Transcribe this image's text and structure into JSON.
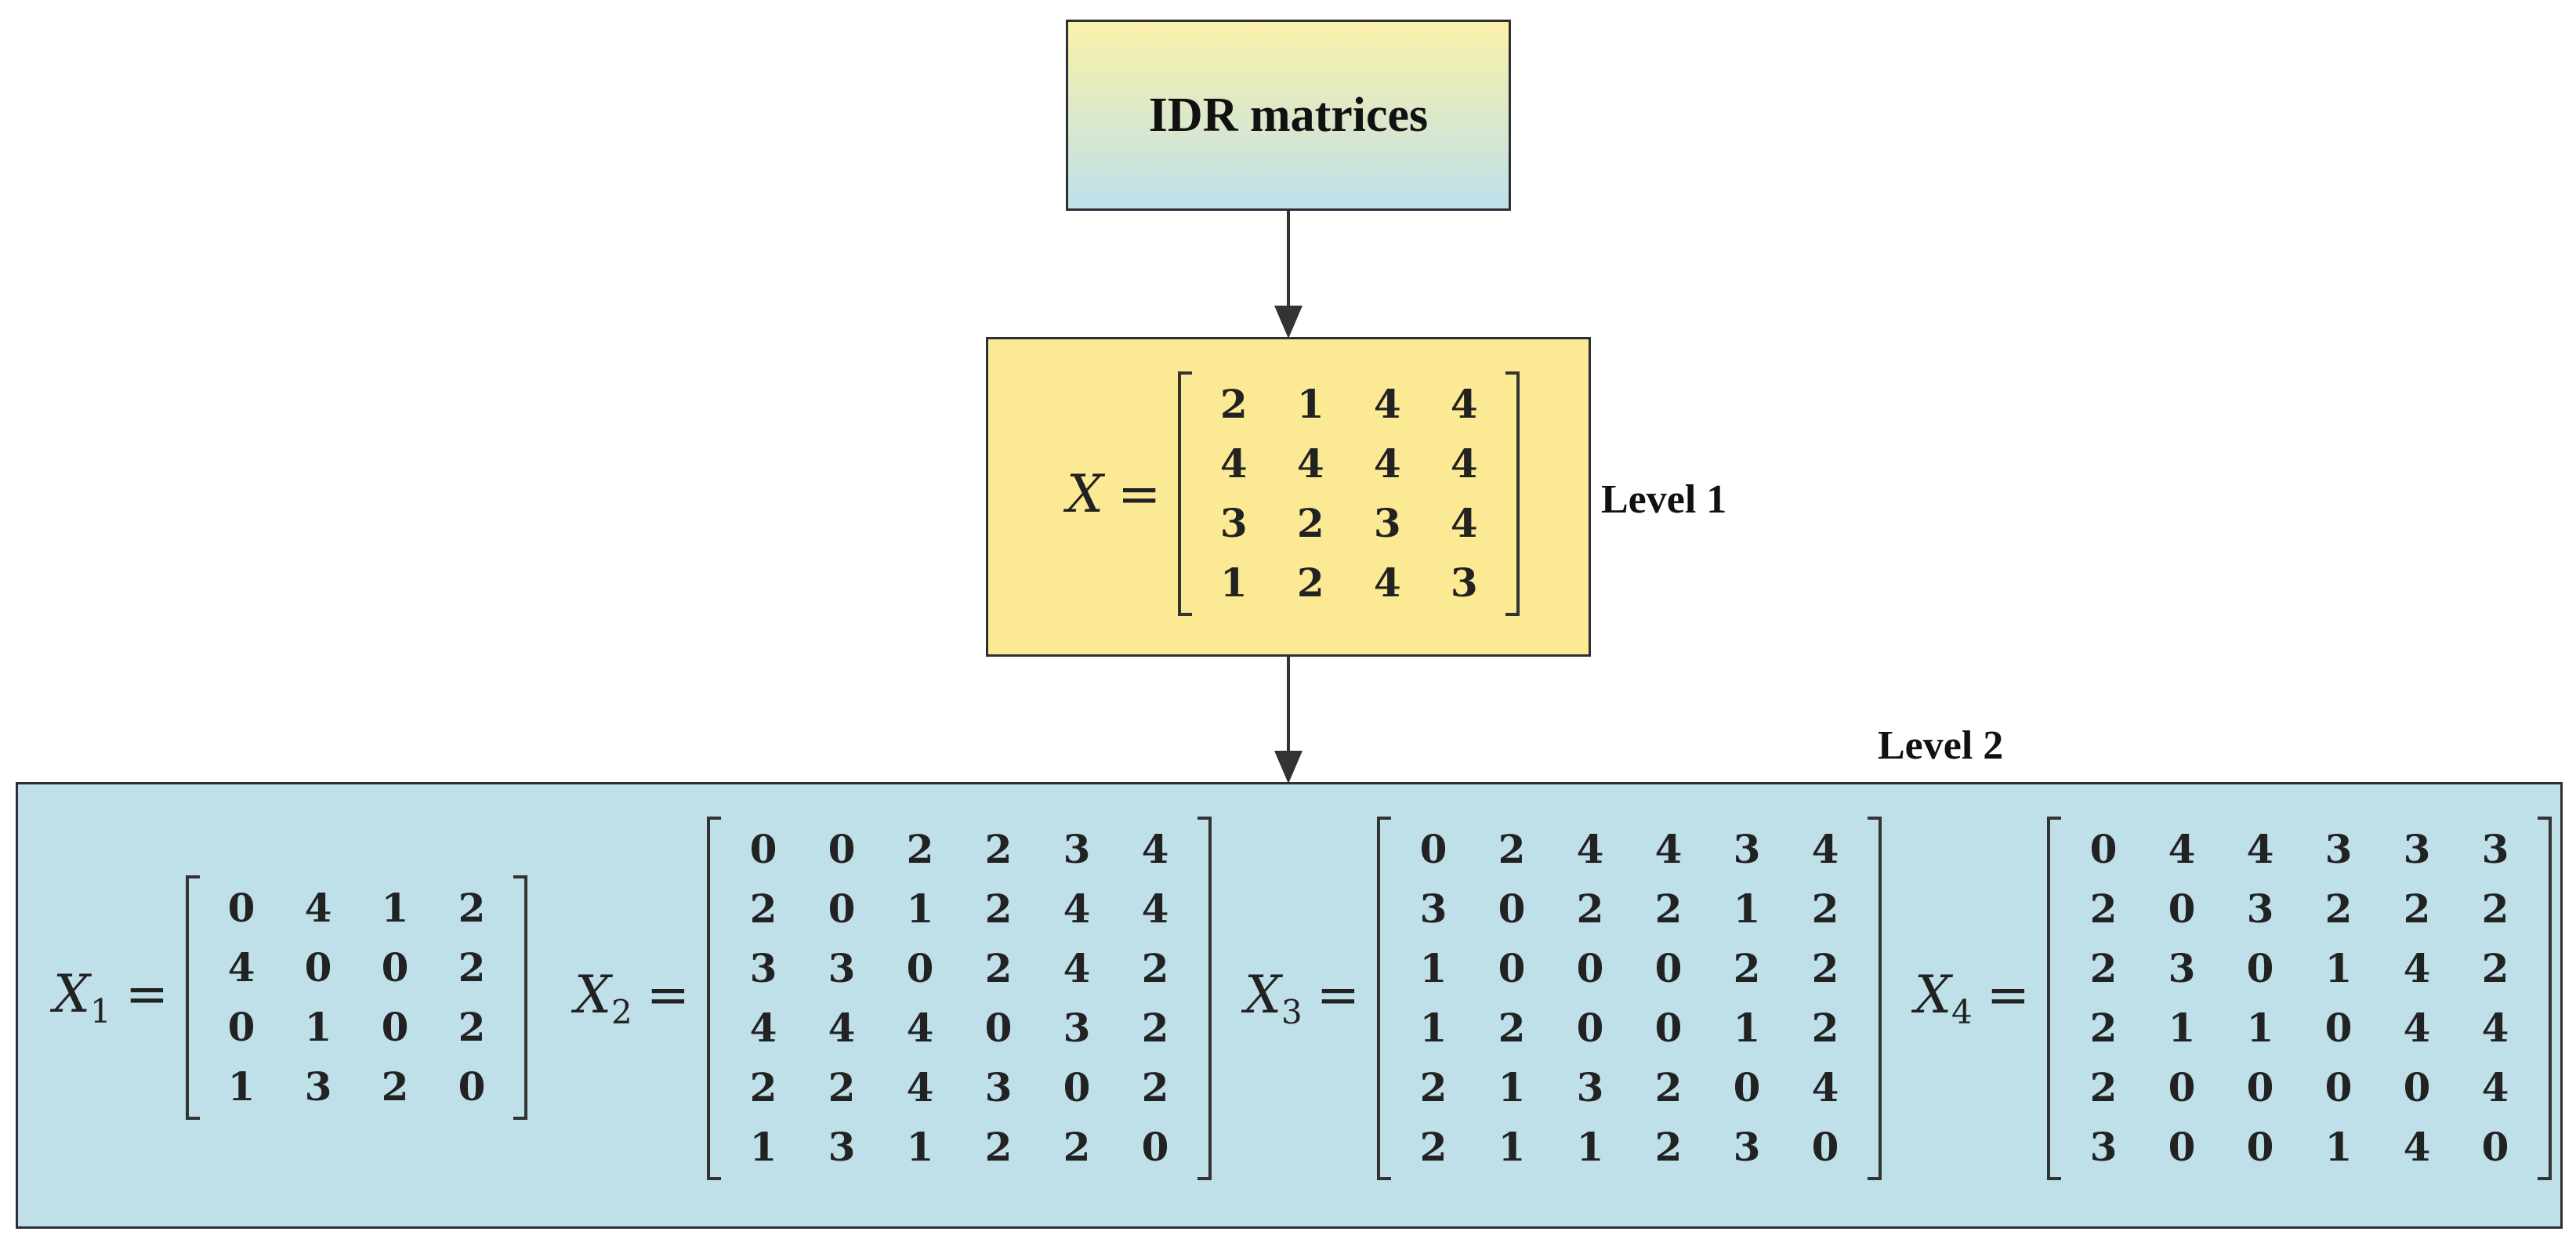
{
  "title": "IDR matrices",
  "level1_label": "Level 1",
  "level2_label": "Level 2",
  "root_matrix": {
    "name": "X",
    "rows": [
      [
        2,
        1,
        4,
        4
      ],
      [
        4,
        4,
        4,
        4
      ],
      [
        3,
        2,
        3,
        4
      ],
      [
        1,
        2,
        4,
        3
      ]
    ]
  },
  "sub_matrices": [
    {
      "name": "X",
      "index": "1",
      "rows": [
        [
          0,
          4,
          1,
          2
        ],
        [
          4,
          0,
          0,
          2
        ],
        [
          0,
          1,
          0,
          2
        ],
        [
          1,
          3,
          2,
          0
        ]
      ]
    },
    {
      "name": "X",
      "index": "2",
      "rows": [
        [
          0,
          0,
          2,
          2,
          3,
          4
        ],
        [
          2,
          0,
          1,
          2,
          4,
          4
        ],
        [
          3,
          3,
          0,
          2,
          4,
          2
        ],
        [
          4,
          4,
          4,
          0,
          3,
          2
        ],
        [
          2,
          2,
          4,
          3,
          0,
          2
        ],
        [
          1,
          3,
          1,
          2,
          2,
          0
        ]
      ]
    },
    {
      "name": "X",
      "index": "3",
      "rows": [
        [
          0,
          2,
          4,
          4,
          3,
          4
        ],
        [
          3,
          0,
          2,
          2,
          1,
          2
        ],
        [
          1,
          0,
          0,
          0,
          2,
          2
        ],
        [
          1,
          2,
          0,
          0,
          1,
          2
        ],
        [
          2,
          1,
          3,
          2,
          0,
          4
        ],
        [
          2,
          1,
          1,
          2,
          3,
          0
        ]
      ]
    },
    {
      "name": "X",
      "index": "4",
      "rows": [
        [
          0,
          4,
          4,
          3,
          3,
          3
        ],
        [
          2,
          0,
          3,
          2,
          2,
          2
        ],
        [
          2,
          3,
          0,
          1,
          4,
          2
        ],
        [
          2,
          1,
          1,
          0,
          4,
          4
        ],
        [
          2,
          0,
          0,
          0,
          0,
          4
        ],
        [
          3,
          0,
          0,
          1,
          4,
          0
        ]
      ]
    }
  ],
  "colors": {
    "title_gradient_top": "#fbf1a8",
    "title_gradient_bottom": "#bfe0ea",
    "level1_fill": "#fbe993",
    "level2_fill": "#bfdfe9",
    "border": "#2b2f36"
  }
}
